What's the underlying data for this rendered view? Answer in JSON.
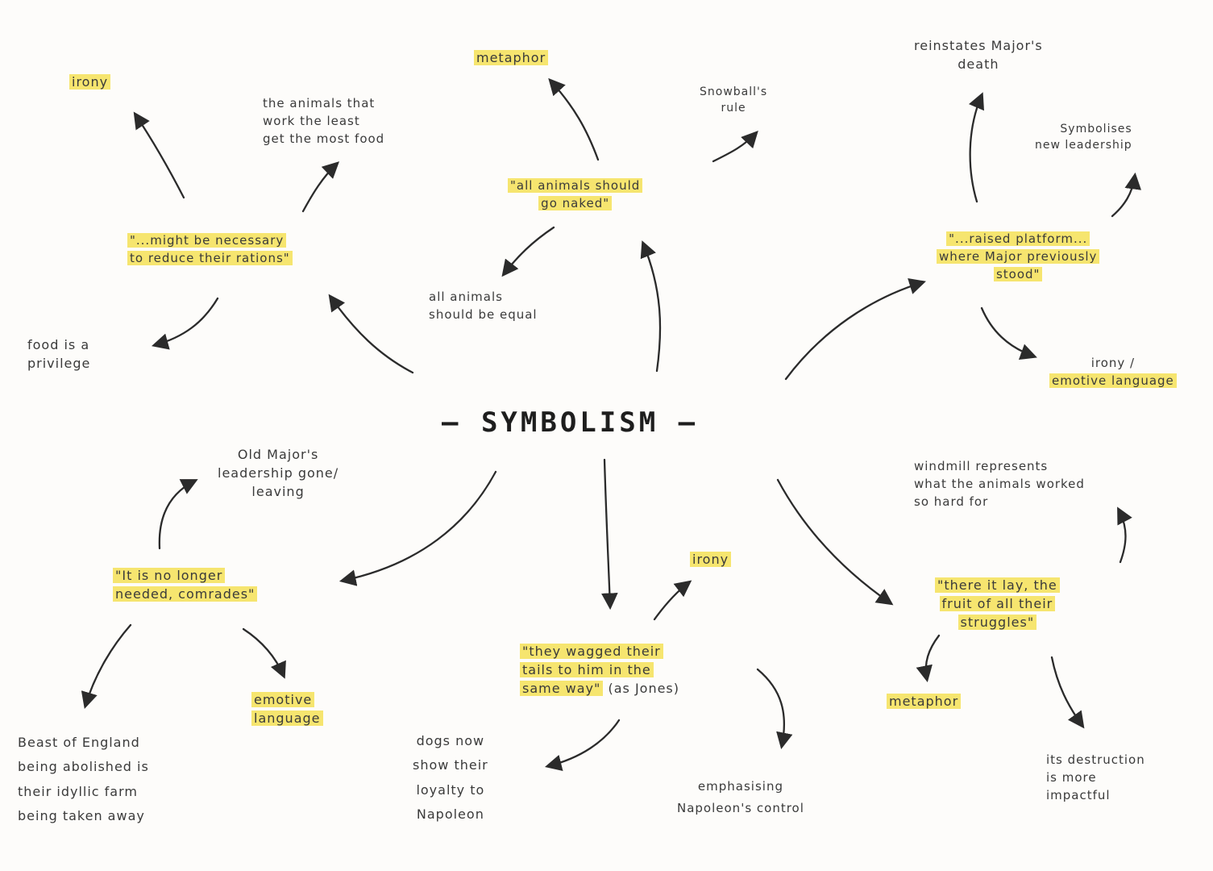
{
  "central_title": "SYMBOLISM",
  "branches": {
    "rations": {
      "quote": [
        "\"...might be necessary",
        "to reduce their rations\""
      ],
      "effect_irony": "irony",
      "meaning": [
        "the animals that",
        "work the least",
        "get the most food"
      ],
      "privilege": [
        "food is a",
        "privilege"
      ]
    },
    "naked": {
      "quote": [
        "\"all animals should",
        "go naked\""
      ],
      "device": "metaphor",
      "snowball": [
        "Snowball's",
        "rule"
      ],
      "equal": [
        "all animals",
        "should be equal"
      ]
    },
    "platform": {
      "quote": [
        "\"...raised platform...",
        "where Major previously",
        "stood\""
      ],
      "reinstates": [
        "reinstates Major's",
        "death"
      ],
      "leadership": [
        "Symbolises",
        "new leadership"
      ],
      "device": [
        "irony /",
        "emotive language"
      ]
    },
    "comrades": {
      "quote": [
        "\"It is no longer",
        "needed, comrades\""
      ],
      "leadership_gone": [
        "Old Major's",
        "leadership gone/",
        "leaving"
      ],
      "beasts": [
        "Beast of England",
        "being abolished is",
        "their idyllic farm",
        "being taken away"
      ],
      "device": [
        "emotive",
        "language"
      ]
    },
    "tails": {
      "quote": [
        "\"they wagged their",
        "tails to him in the",
        "same way\""
      ],
      "aside": "(as Jones)",
      "device": "irony",
      "dogs": [
        "dogs now",
        "show their",
        "loyalty to",
        "Napoleon"
      ],
      "control": [
        "emphasising",
        "Napoleon's control"
      ]
    },
    "windmill": {
      "quote": [
        "\"there it lay, the",
        "fruit of all their",
        "struggles\""
      ],
      "represents": [
        "windmill represents",
        "what the animals worked",
        "so hard for"
      ],
      "device": "metaphor",
      "destruction": [
        "its destruction",
        "is more",
        "impactful"
      ]
    }
  },
  "colors": {
    "highlight": "#f6e56f",
    "ink": "#2b2b2b",
    "paper": "#fdfcfa"
  }
}
